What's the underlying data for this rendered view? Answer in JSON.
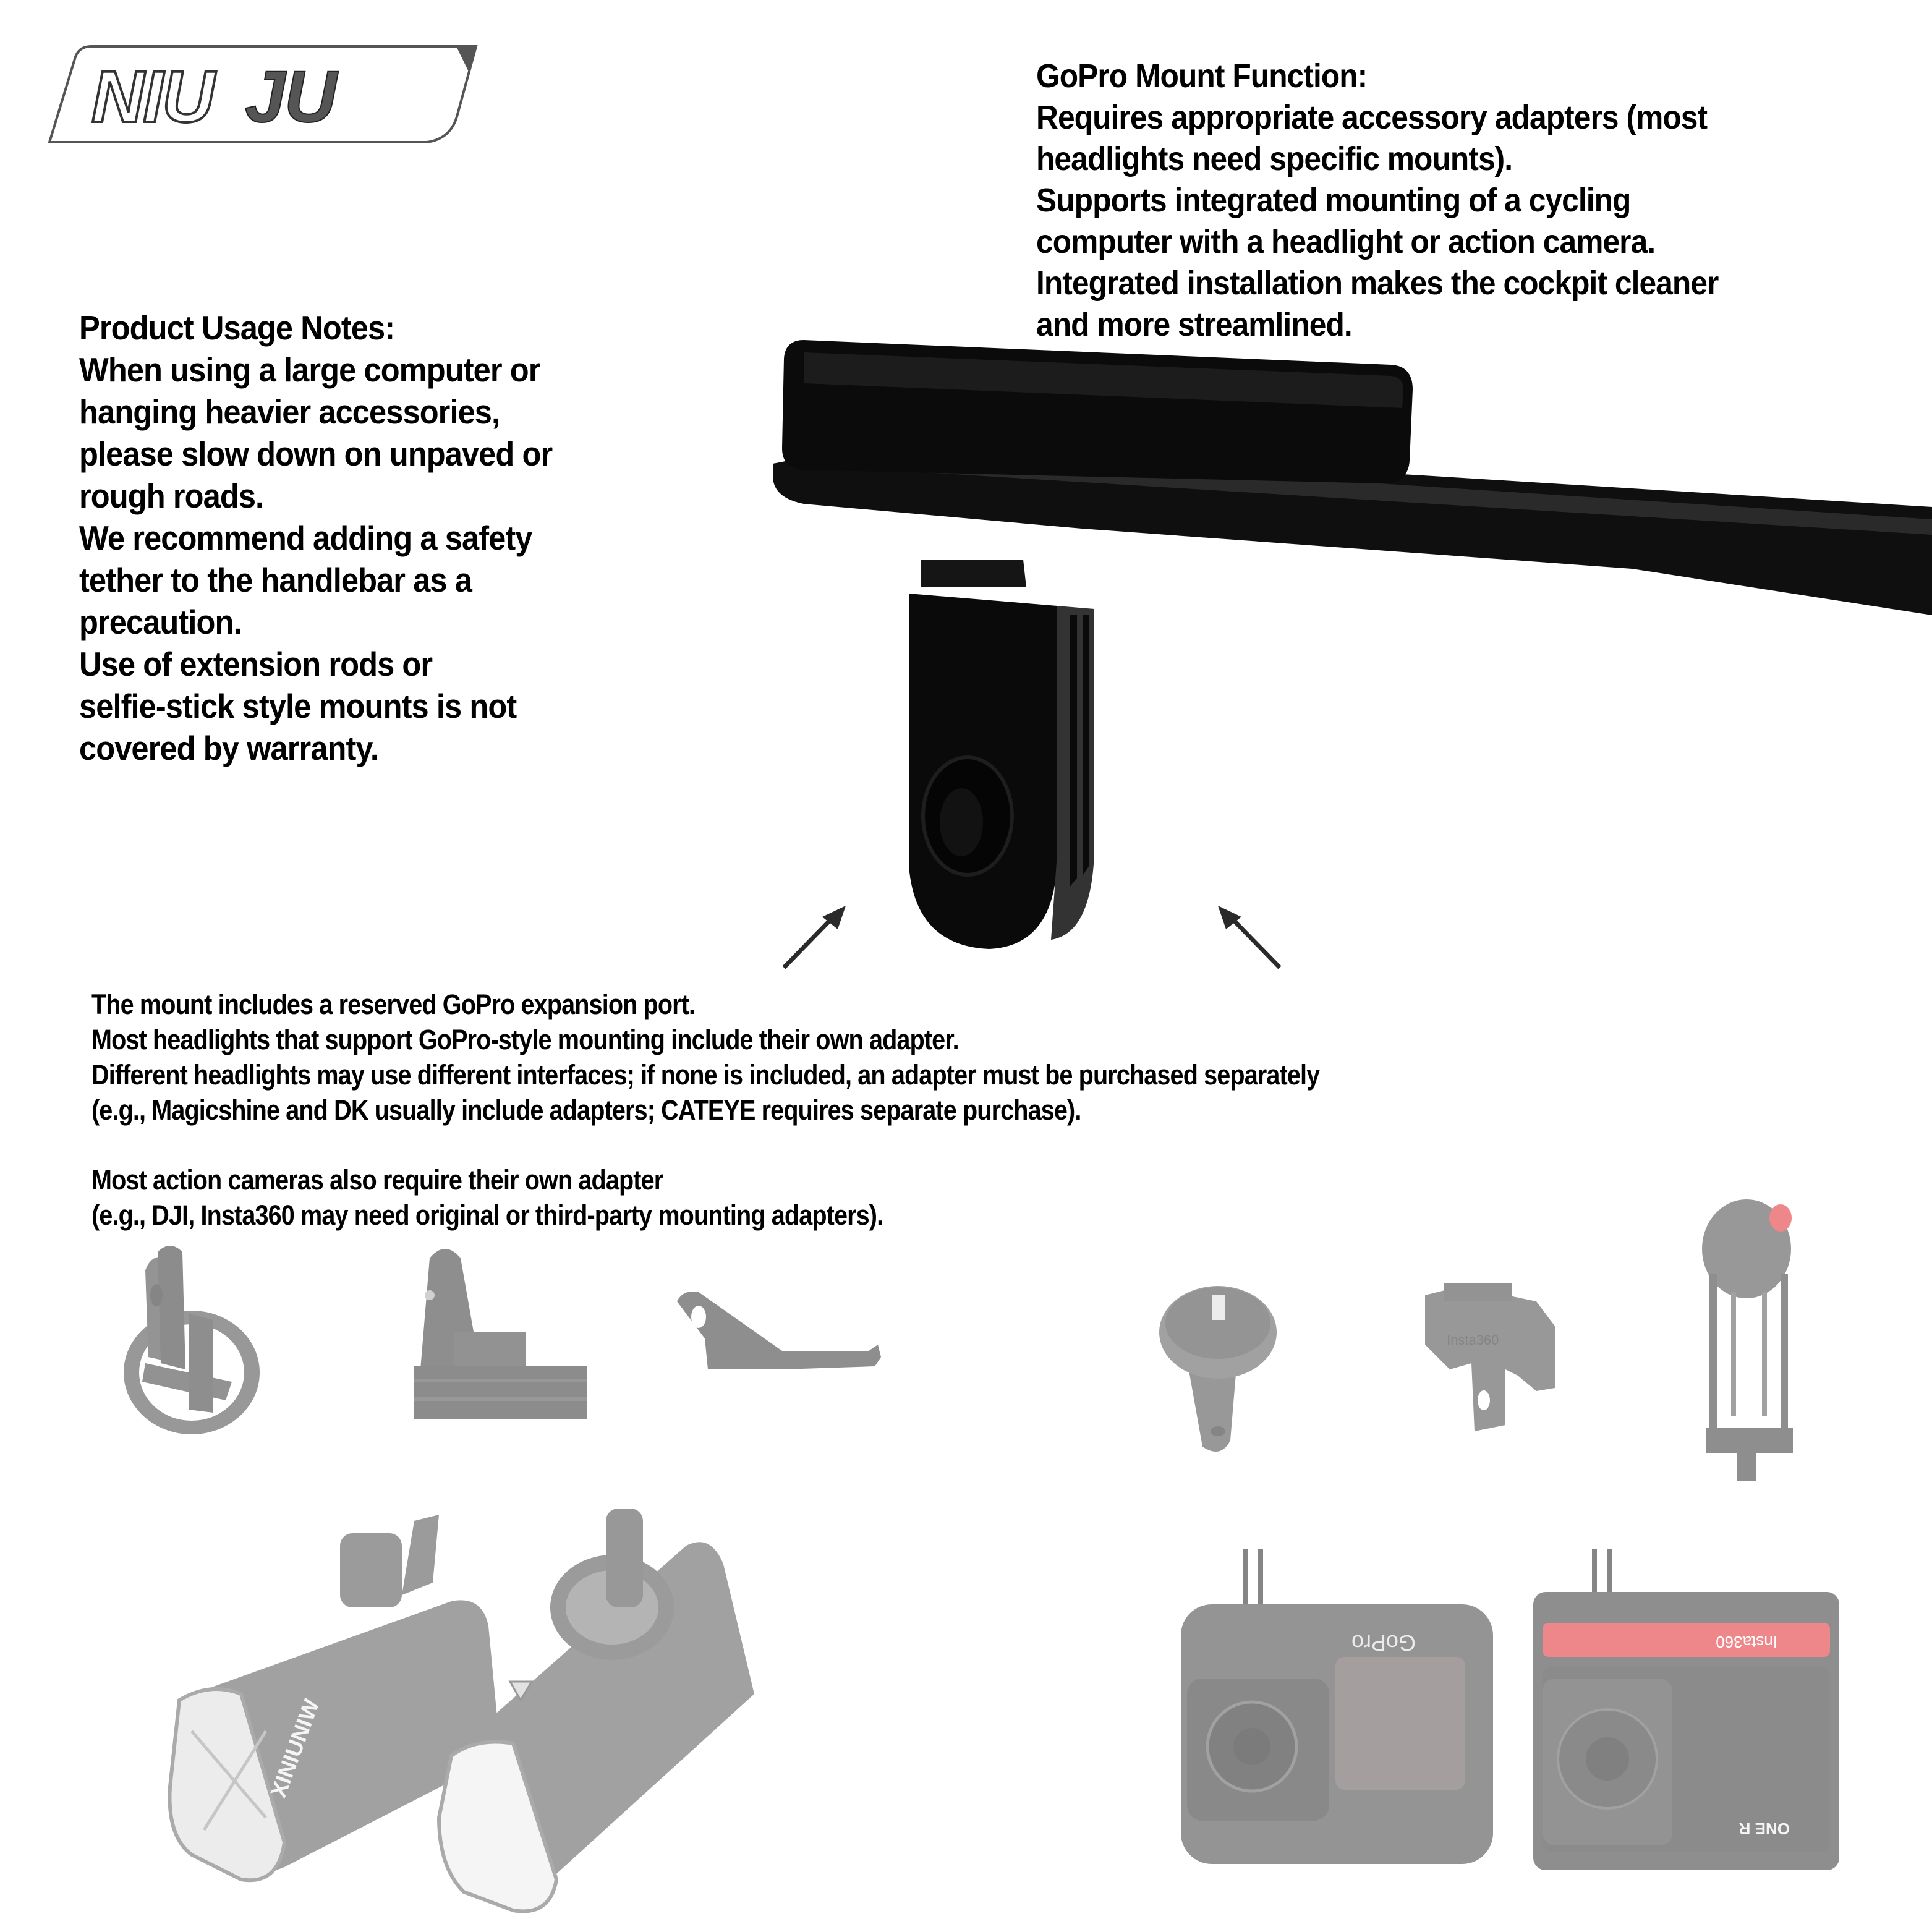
{
  "brand": {
    "logo_text_left": "NIU",
    "logo_text_right": "JU"
  },
  "gopro_function": {
    "title": "GoPro Mount Function:",
    "lines": [
      "Requires appropriate accessory adapters (most",
      "headlights need specific mounts).",
      "Supports integrated mounting of a cycling",
      "computer with a headlight or action camera.",
      "Integrated installation makes the cockpit cleaner",
      "and more streamlined."
    ]
  },
  "usage_notes": {
    "title": "Product Usage Notes:",
    "lines": [
      "When using a large computer or",
      "hanging heavier accessories,",
      "please slow down on unpaved or",
      "rough roads.",
      "We recommend adding a safety",
      "tether to the handlebar as a",
      "precaution.",
      "Use of extension rods or",
      "selfie-stick style mounts is not",
      "covered by warranty."
    ]
  },
  "expansion_port": {
    "lines": [
      "The mount includes a reserved GoPro expansion port.",
      "Most headlights that support GoPro-style mounting include their own adapter.",
      "Different headlights may use different interfaces; if none is included, an adapter must be purchased separately",
      "(e.g., Magicshine and DK usually include adapters; CATEYE requires separate purchase)."
    ]
  },
  "action_cameras": {
    "lines": [
      "Most action cameras also require their own adapter",
      "(e.g., DJI, Insta360 may need original or third-party mounting adapters)."
    ]
  },
  "product_images": {
    "headlight_adapters": [
      "round-computer-gopro-adapter",
      "gopro-rail-adapter",
      "cateye-bracket-adapter"
    ],
    "camera_adapters": [
      "tripod-screw-gopro-adapter",
      "insta360-quick-release-mount",
      "insta360-cage-frame"
    ],
    "insta360_mount_label": "Insta360",
    "headlight_brand_label": "XINIUNIW",
    "camera_labels": {
      "gopro": "GoPro",
      "insta360": "Insta360",
      "one": "ONE R"
    }
  },
  "colors": {
    "text": "#000000",
    "product_black": "#0d0d0d",
    "faded_gray": "#6b6b6b",
    "insta_red": "#e0262b"
  }
}
